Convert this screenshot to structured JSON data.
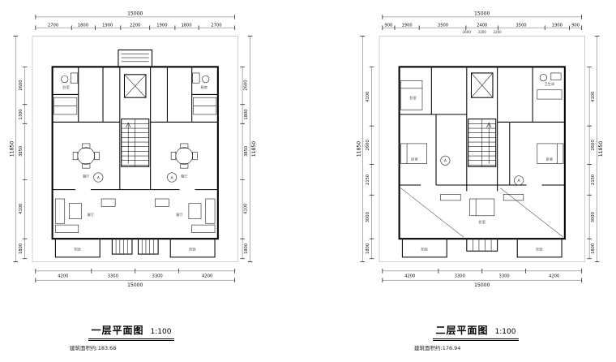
{
  "plans": [
    {
      "title": "一层平面图",
      "scale": "1:100",
      "area_note": "建筑面积约:183.68",
      "axis": [
        "A",
        "A"
      ],
      "rooms": [
        "卧室",
        "厨房",
        "餐厅",
        "餐厅",
        "客厅",
        "客厅",
        "阳台",
        "阳台"
      ],
      "dims": {
        "top_total": "15000",
        "top_segments": [
          "2700",
          "1800",
          "1900",
          "2200",
          "1900",
          "1800",
          "2700"
        ],
        "bottom_segments": [
          "4200",
          "3300",
          "3300",
          "4200"
        ],
        "bottom_total": "15000",
        "left_total": "11850",
        "left_segments": [
          "2600",
          "1300",
          "3850",
          "4100",
          "1800"
        ],
        "right_total": "11850",
        "right_segments": [
          "2600",
          "1800",
          "3850",
          "4100",
          "1800"
        ]
      }
    },
    {
      "title": "二层平面图",
      "scale": "1:100",
      "area_note": "建筑面积约:176.94",
      "axis": [
        "A",
        "A"
      ],
      "rooms": [
        "卧室",
        "卫生间",
        "卧室",
        "卧室",
        "卧室",
        "阳台",
        "阳台"
      ],
      "dims": {
        "top_total": "15000",
        "top_segments": [
          "900",
          "1900",
          "3500",
          "2400",
          "3500",
          "1900",
          "900"
        ],
        "top_sub_segments": [
          "2600",
          "2200",
          "2200"
        ],
        "bottom_segments": [
          "4200",
          "3300",
          "3300",
          "4200"
        ],
        "bottom_total": "15000",
        "left_total": "11850",
        "left_segments": [
          "4100",
          "2600",
          "2150",
          "3000",
          "1800"
        ],
        "right_total": "11850",
        "right_segments": [
          "4100",
          "2600",
          "2150",
          "3000",
          "1800"
        ]
      }
    }
  ]
}
